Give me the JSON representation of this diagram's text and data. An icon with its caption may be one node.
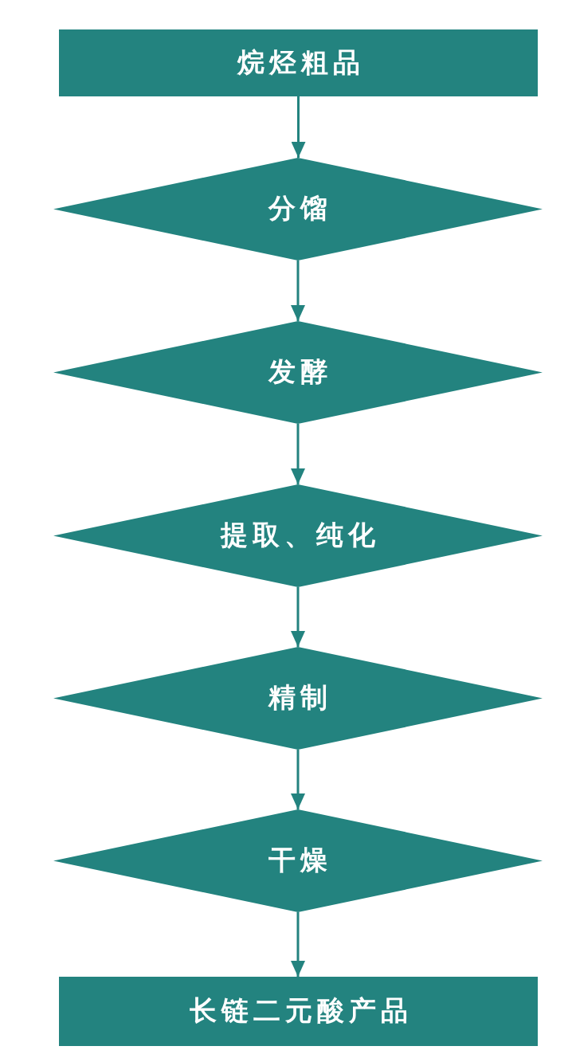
{
  "diagram": {
    "nodes": [
      {
        "text": [
          "烷烃粗品"
        ]
      },
      {
        "text": [
          "分馏"
        ]
      },
      {
        "text": [
          "发酵"
        ]
      },
      {
        "text": [
          "提取、纯化"
        ]
      },
      {
        "text": [
          "精制"
        ]
      },
      {
        "text": [
          "干燥"
        ]
      },
      {
        "text": [
          "长链二元酸产品"
        ]
      }
    ],
    "edges": [
      {
        "from": 0,
        "to": 1,
        "arrow": "to"
      },
      {
        "from": 1,
        "to": 2,
        "arrow": "to"
      },
      {
        "from": 2,
        "to": 3,
        "arrow": "to"
      },
      {
        "from": 3,
        "to": 4,
        "arrow": "to"
      },
      {
        "from": 4,
        "to": 5,
        "arrow": "to"
      },
      {
        "from": 5,
        "to": 6,
        "arrow": "to"
      }
    ]
  }
}
